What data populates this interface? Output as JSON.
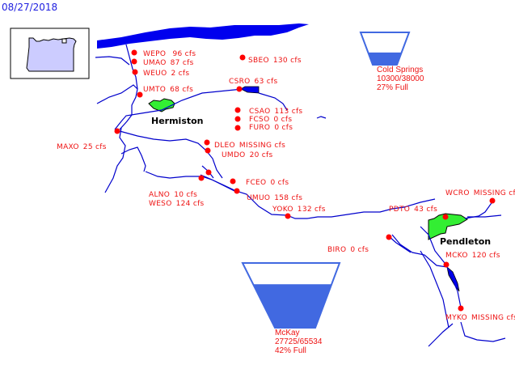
{
  "date": "08/27/2018",
  "colors": {
    "date_text": "#2020e0",
    "station_dot": "#ff0000",
    "station_label": "#ee1111",
    "river": "#0000cc",
    "water_body": "#0000ee",
    "reservoir_fill": "#4169e1",
    "city_fill": "#33ee33",
    "state_fill": "#ccccff"
  },
  "inset": {
    "name": "Oregon locator map",
    "icon": "oregon-state-icon"
  },
  "cities": [
    {
      "id": "hermiston",
      "name": "Hermiston"
    },
    {
      "id": "pendleton",
      "name": "Pendleton"
    }
  ],
  "stations": [
    {
      "code": "WEPO",
      "flow": "96 cfs"
    },
    {
      "code": "UMAO",
      "flow": "87 cfs"
    },
    {
      "code": "WEUO",
      "flow": "2 cfs"
    },
    {
      "code": "UMTO",
      "flow": "68 cfs"
    },
    {
      "code": "SBEO",
      "flow": "130 cfs"
    },
    {
      "code": "CSRO",
      "flow": "63 cfs"
    },
    {
      "code": "CSAO",
      "flow": "113 cfs"
    },
    {
      "code": "FCSO",
      "flow": "0 cfs"
    },
    {
      "code": "FURO",
      "flow": "0 cfs"
    },
    {
      "code": "MAXO",
      "flow": "25 cfs"
    },
    {
      "code": "DLEO",
      "flow": "MISSING cfs"
    },
    {
      "code": "UMDO",
      "flow": "20 cfs"
    },
    {
      "code": "FCEO",
      "flow": "0 cfs"
    },
    {
      "code": "ALNO",
      "flow": "10 cfs"
    },
    {
      "code": "WESO",
      "flow": "124 cfs"
    },
    {
      "code": "UMUO",
      "flow": "158 cfs"
    },
    {
      "code": "YOKO",
      "flow": "132 cfs"
    },
    {
      "code": "PDTO",
      "flow": "43 cfs"
    },
    {
      "code": "WCRO",
      "flow": "MISSING cfs"
    },
    {
      "code": "BIRO",
      "flow": "0 cfs"
    },
    {
      "code": "MCKO",
      "flow": "120 cfs"
    },
    {
      "code": "MYKO",
      "flow": "MISSING cfs"
    }
  ],
  "reservoirs": [
    {
      "name": "Cold Springs",
      "storage": "10300/38000",
      "percent_label": "27% Full",
      "percent": 27
    },
    {
      "name": "McKay",
      "storage": "27725/65534",
      "percent_label": "42% Full",
      "percent": 42
    }
  ]
}
